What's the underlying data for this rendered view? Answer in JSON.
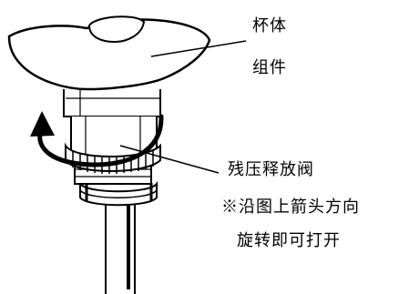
{
  "labels": {
    "cup_assembly_line1": "杯体",
    "cup_assembly_line2": "组件",
    "valve_line1": "残压释放阀",
    "valve_line2": "※沿图上箭头方向",
    "valve_line3": "旋转即可打开"
  },
  "colors": {
    "ink": "#000000",
    "background": "#ffffff"
  }
}
